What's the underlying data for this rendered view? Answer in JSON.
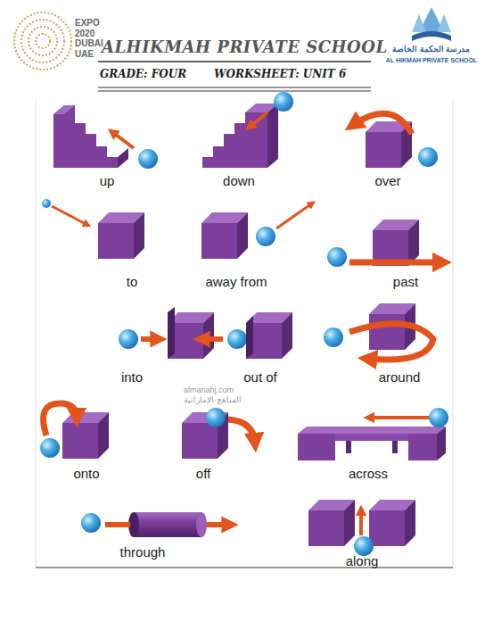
{
  "diagram": {
    "title": "ALHIKMAH PRIVATE SCHOOL",
    "labels": [
      "GRADE: FOUR",
      "WORKSHEET: UNIT 6",
      "EXPO 2020 DUBAI UAE",
      "مدرسة الحكمة الخاصة",
      "AL HIKMAH PRIVATE SCHOOL",
      "almanahj.com",
      "المناهج الإماراتية",
      "up",
      "down",
      "over",
      "to",
      "away from",
      "past",
      "into",
      "out of",
      "around",
      "onto",
      "off",
      "across",
      "through",
      "along"
    ]
  }
}
